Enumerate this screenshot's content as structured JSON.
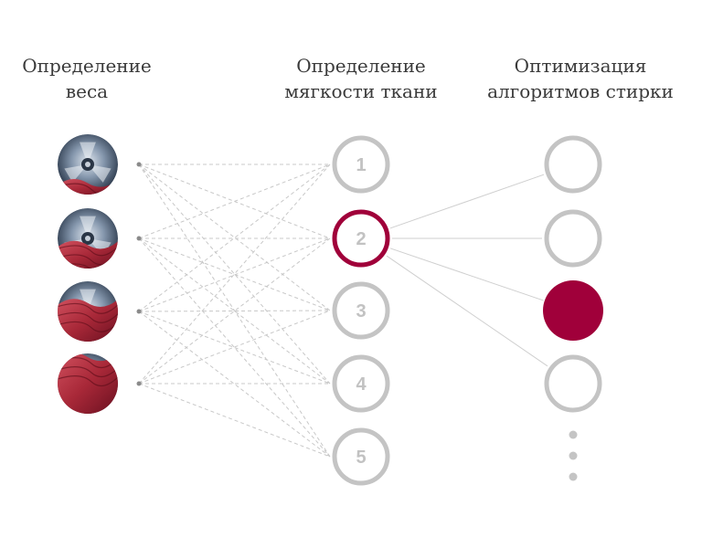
{
  "columns": {
    "weight": {
      "title": "Определение\nвеса"
    },
    "softness": {
      "title": "Определение\nмягкости ткани"
    },
    "algorithm": {
      "title": "Оптимизация\nалгоритмов стирки"
    }
  },
  "softness_nodes": [
    {
      "label": "1",
      "active": false
    },
    {
      "label": "2",
      "active": true
    },
    {
      "label": "3",
      "active": false
    },
    {
      "label": "4",
      "active": false
    },
    {
      "label": "5",
      "active": false
    }
  ],
  "weight_images": [
    {
      "icon": "drum-light-load-icon",
      "fabric_fraction": 0.25
    },
    {
      "icon": "drum-medium-load-icon",
      "fabric_fraction": 0.45
    },
    {
      "icon": "drum-heavy-load-icon",
      "fabric_fraction": 0.7
    },
    {
      "icon": "drum-full-load-icon",
      "fabric_fraction": 1.0
    }
  ],
  "algorithm_nodes": [
    {
      "filled": false
    },
    {
      "filled": false
    },
    {
      "filled": true
    },
    {
      "filled": false
    }
  ],
  "more_indicator": "ellipsis-vertical-icon",
  "colors": {
    "accent": "#a0003a",
    "ring": "#c4c4c4",
    "dashed_line": "#c8c8c8",
    "solid_line": "#cfcfcf",
    "fabric": "#b83040",
    "drum": "#5a6f88"
  }
}
